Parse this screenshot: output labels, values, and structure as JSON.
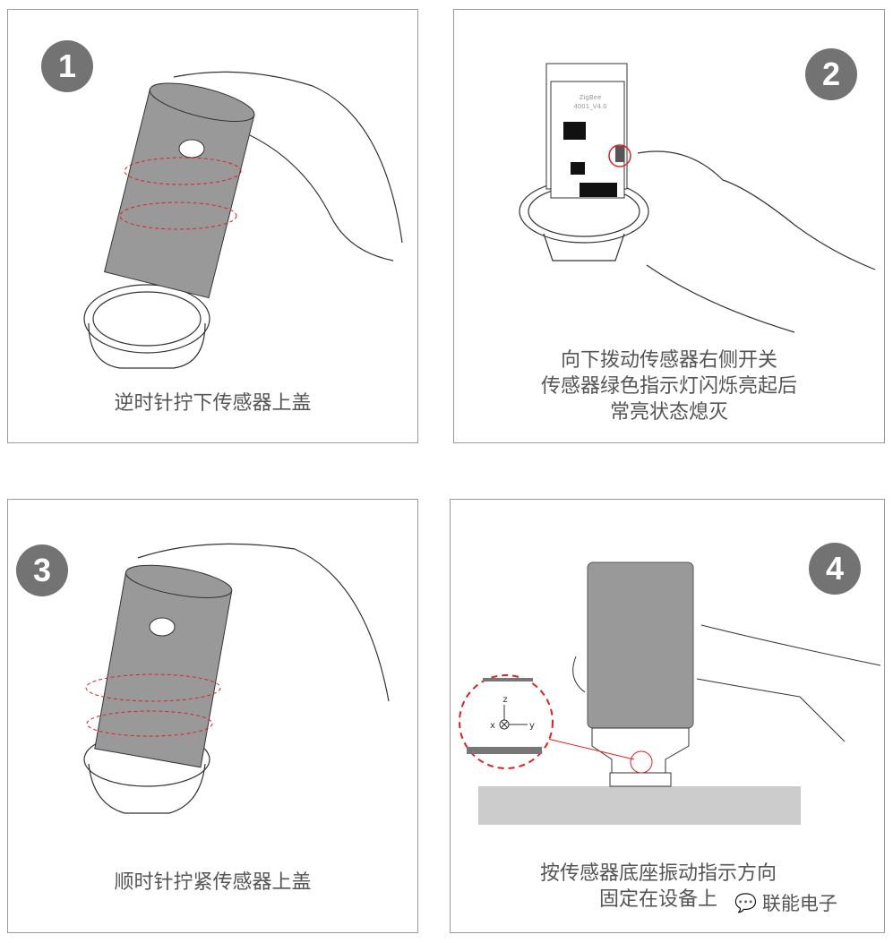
{
  "steps": [
    {
      "number": "1",
      "caption": [
        "逆时针拧下传感器上盖"
      ]
    },
    {
      "number": "2",
      "caption": [
        "向下拨动传感器右侧开关",
        "传感器绿色指示灯闪烁亮起后",
        "常亮状态熄灭"
      ],
      "board_label": [
        "ZigBee",
        "4001_V4.0"
      ]
    },
    {
      "number": "3",
      "caption": [
        "顺时针拧紧传感器上盖"
      ]
    },
    {
      "number": "4",
      "caption": [
        "按传感器底座振动指示方向",
        "固定在设备上"
      ],
      "axes": {
        "z": "z",
        "x": "x",
        "y": "y"
      }
    }
  ],
  "watermark": "联能电子",
  "colors": {
    "badge": "#737373",
    "accent": "#e02020",
    "body": "#999999",
    "base": "#cccccc"
  }
}
